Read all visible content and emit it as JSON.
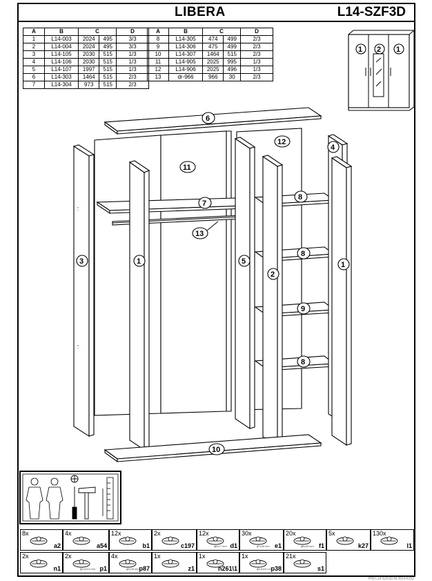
{
  "title": {
    "name": "LIBERA",
    "code": "L14-SZF3D"
  },
  "parts_table": {
    "headers": [
      "A",
      "B",
      "C",
      "D"
    ],
    "left": [
      [
        "1",
        "L14-003",
        "2024",
        "495",
        "3/3"
      ],
      [
        "2",
        "L14-004",
        "2024",
        "495",
        "3/3"
      ],
      [
        "3",
        "L14-105",
        "2030",
        "515",
        "1/3"
      ],
      [
        "4",
        "L14-106",
        "2030",
        "515",
        "1/3"
      ],
      [
        "5",
        "L14-107",
        "1997",
        "515",
        "1/3"
      ],
      [
        "6",
        "L14-303",
        "1464",
        "515",
        "2/3"
      ],
      [
        "7",
        "L14-304",
        "973",
        "515",
        "2/3"
      ]
    ],
    "right": [
      [
        "8",
        "L14-305",
        "474",
        "499",
        "2/3"
      ],
      [
        "9",
        "L14-306",
        "475",
        "499",
        "2/3"
      ],
      [
        "10",
        "L14-307",
        "1464",
        "515",
        "2/3"
      ],
      [
        "11",
        "L14-905",
        "2025",
        "995",
        "1/3"
      ],
      [
        "12",
        "L14-906",
        "2025",
        "496",
        "1/3"
      ],
      [
        "13",
        "dr-966",
        "966",
        "30",
        "2/3"
      ]
    ]
  },
  "preview_labels": [
    "1",
    "2",
    "1"
  ],
  "callouts": {
    "p6": "6",
    "p12": "12",
    "p4": "4",
    "p11": "11",
    "p7": "7",
    "p13": "13",
    "p8a": "8",
    "p8b": "8",
    "p9": "9",
    "p8c": "8",
    "p3": "3",
    "p1a": "1",
    "p5": "5",
    "p2": "2",
    "p1b": "1",
    "p10": "10"
  },
  "hardware": [
    {
      "qty": "8x",
      "code": "a2",
      "dim": ""
    },
    {
      "qty": "4x",
      "code": "a54",
      "dim": ""
    },
    {
      "qty": "12x",
      "code": "b1",
      "dim": ""
    },
    {
      "qty": "2x",
      "code": "c197",
      "dim": ""
    },
    {
      "qty": "12x",
      "code": "d1",
      "dim": "ϕ8x17 mm"
    },
    {
      "qty": "30x",
      "code": "e1",
      "dim": "ϕ7x30 mm"
    },
    {
      "qty": "20x",
      "code": "f1",
      "dim": "ϕ8x35 mm"
    },
    {
      "qty": "5x",
      "code": "k27",
      "dim": ""
    },
    {
      "qty": "130x",
      "code": "l1",
      "dim": ""
    },
    {
      "qty": "2x",
      "code": "n1",
      "dim": ""
    },
    {
      "qty": "2x",
      "code": "p1",
      "dim": "ϕ3,5x13 mm"
    },
    {
      "qty": "4x",
      "code": "p87",
      "dim": "ϕ4x25 mm"
    },
    {
      "qty": "1x",
      "code": "z1",
      "dim": ""
    },
    {
      "qty": "1x",
      "code": "n261\\1",
      "dim": ""
    },
    {
      "qty": "1x",
      "code": "p38",
      "dim": "ϕ3,5x10 mm"
    },
    {
      "qty": "21x",
      "code": "s1",
      "dim": ""
    }
  ],
  "footer": "P99 L14 SZF3D M 2014 KOD"
}
